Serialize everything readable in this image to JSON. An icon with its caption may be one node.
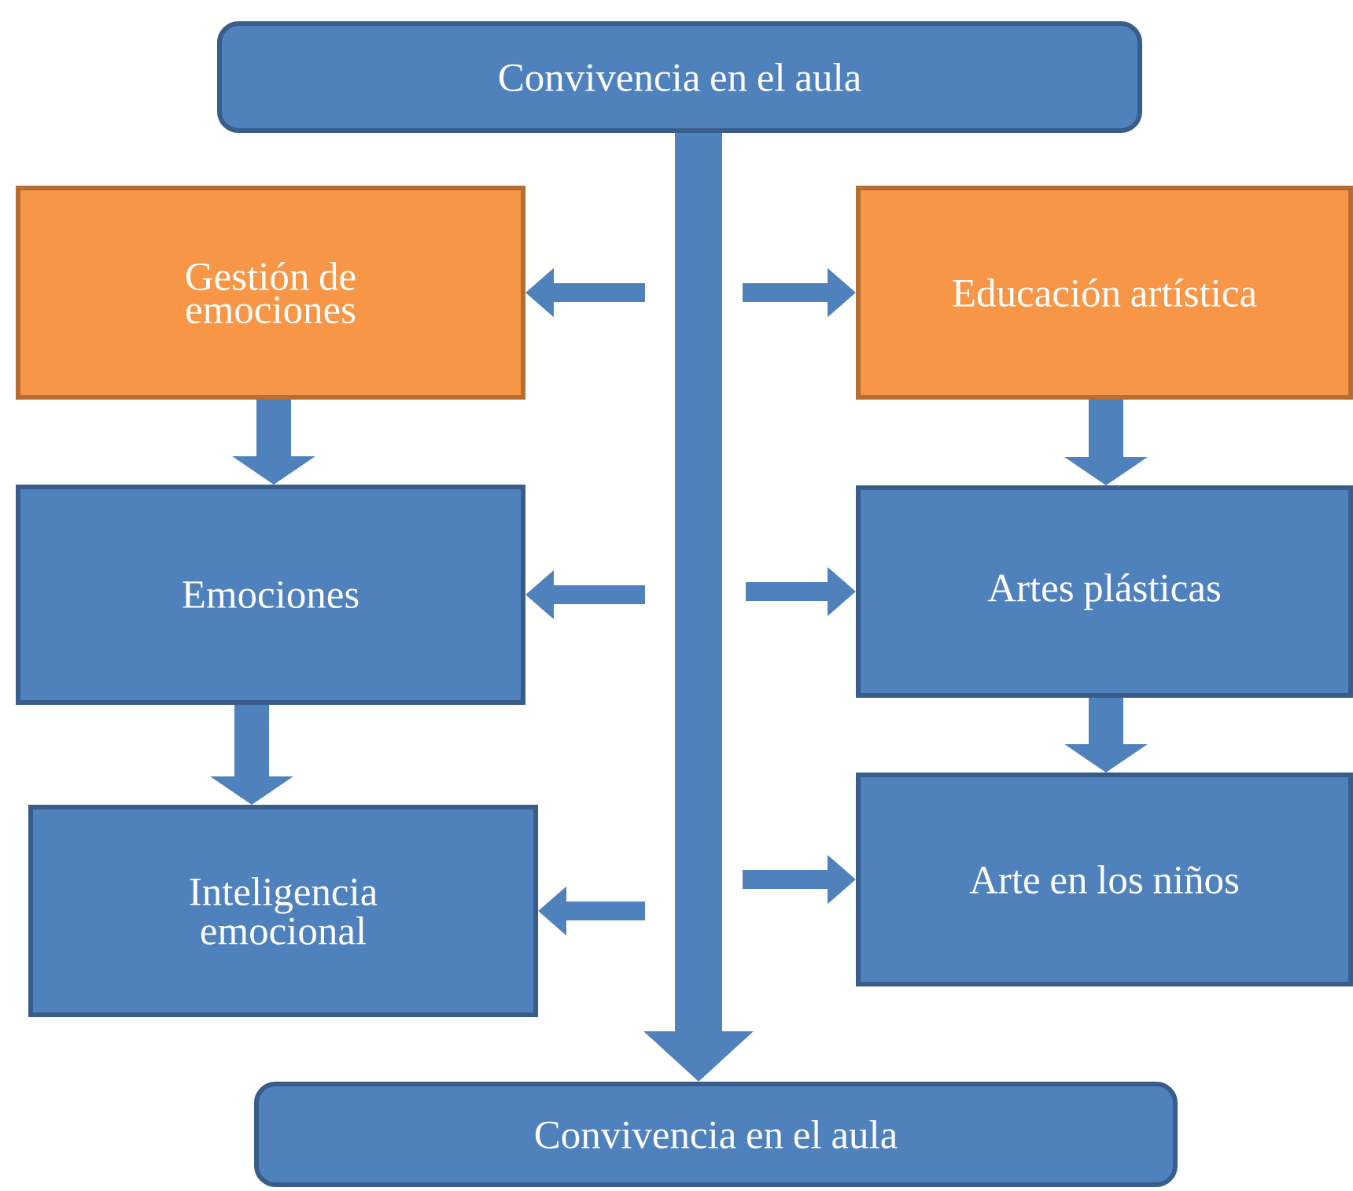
{
  "diagram": {
    "nodes": [
      {
        "text": [
          "Convivencia en el aula"
        ]
      },
      {
        "text": [
          "Gestión de emociones"
        ]
      },
      {
        "text": [
          "Educación artística"
        ]
      },
      {
        "text": [
          "Emociones"
        ]
      },
      {
        "text": [
          "Artes plásticas"
        ]
      },
      {
        "text": [
          "Inteligencia emocional"
        ]
      },
      {
        "text": [
          "Arte en los niños"
        ]
      },
      {
        "text": [
          "Convivencia en el aula"
        ]
      }
    ],
    "edges": [
      {
        "from": 0,
        "to": 7,
        "arrow": "to",
        "style": "thick"
      },
      {
        "from": null,
        "to": 1,
        "arrow": "to"
      },
      {
        "from": null,
        "to": 2,
        "arrow": "to"
      },
      {
        "from": null,
        "to": 3,
        "arrow": "to"
      },
      {
        "from": null,
        "to": 4,
        "arrow": "to"
      },
      {
        "from": null,
        "to": 5,
        "arrow": "to"
      },
      {
        "from": null,
        "to": 6,
        "arrow": "to"
      },
      {
        "from": 1,
        "to": 3,
        "arrow": "to",
        "style": "thick"
      },
      {
        "from": 3,
        "to": 5,
        "arrow": "to",
        "style": "thick"
      },
      {
        "from": 2,
        "to": 4,
        "arrow": "to",
        "style": "thick"
      },
      {
        "from": 4,
        "to": 6,
        "arrow": "to",
        "style": "thick"
      }
    ]
  }
}
